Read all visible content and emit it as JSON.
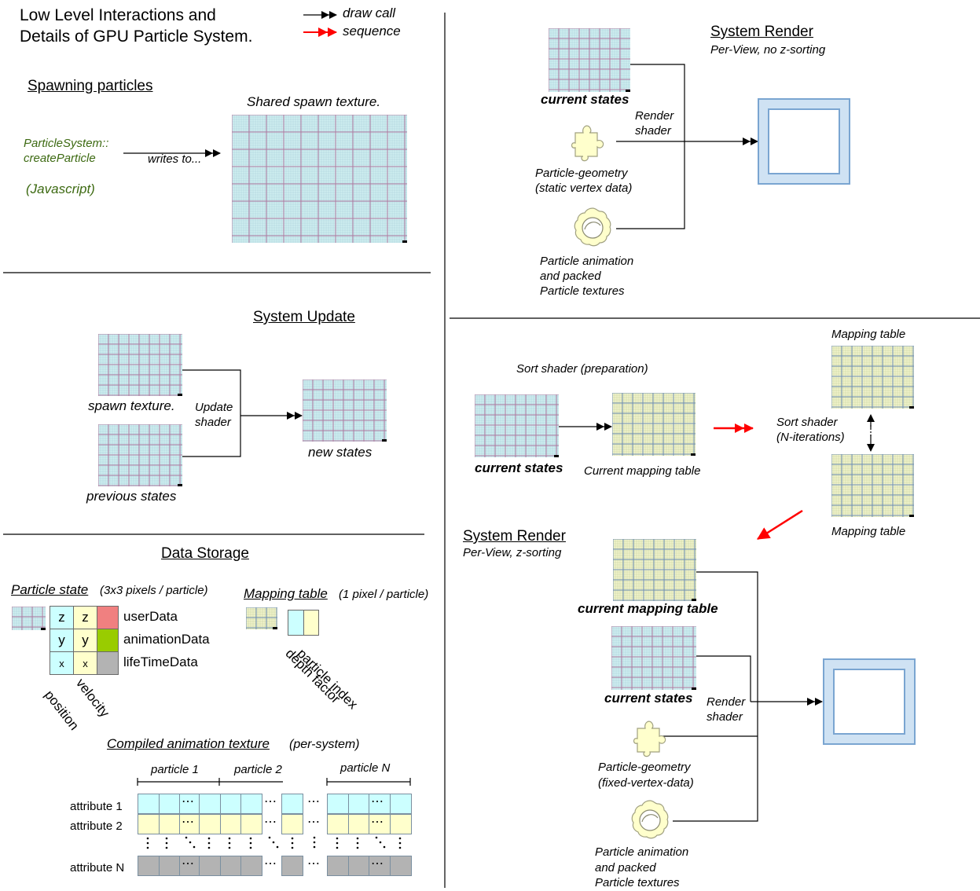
{
  "title_line1": "Low Level Interactions and",
  "title_line2": "Details of GPU Particle System.",
  "legend": {
    "draw_call": "draw call",
    "sequence": "sequence"
  },
  "spawning": {
    "heading": "Spawning particles",
    "source_line1": "ParticleSystem::",
    "source_line2": "createParticle",
    "language": "(Javascript)",
    "writes_to": "writes to...",
    "texture_label": "Shared spawn texture."
  },
  "update": {
    "heading": "System Update",
    "spawn_texture": "spawn texture.",
    "previous_states": "previous states",
    "shader_line1": "Update",
    "shader_line2": "shader",
    "new_states": "new states"
  },
  "storage": {
    "heading": "Data Storage",
    "particle_state": "Particle state",
    "particle_state_note": "(3x3 pixels / particle)",
    "state_grid": [
      [
        "z",
        "z",
        ""
      ],
      [
        "y",
        "y",
        ""
      ],
      [
        "x",
        "x",
        ""
      ]
    ],
    "attr_userdata": "userData",
    "attr_animation": "animationData",
    "attr_lifetime": "lifeTimeData",
    "label_position": "position",
    "label_velocity": "velocity",
    "mapping_table": "Mapping table",
    "mapping_note": "(1 pixel / particle)",
    "label_particle_index": "particle index",
    "label_depth_factor": "depth factor",
    "compiled_heading": "Compiled animation texture",
    "compiled_note": "(per-system)",
    "particle_1": "particle 1",
    "particle_2": "particle 2",
    "particle_n": "particle N",
    "attribute_1": "attribute 1",
    "attribute_2": "attribute 2",
    "attribute_n": "attribute N",
    "ellipsis": "⋯"
  },
  "render_top": {
    "heading": "System Render",
    "subtitle": "Per-View, no z-sorting",
    "current_states": "current states",
    "shader_line1": "Render",
    "shader_line2": "shader",
    "geometry_line1": "Particle-geometry",
    "geometry_line2": "(static vertex data)",
    "anim_line1": "Particle animation",
    "anim_line2": "and packed",
    "anim_line3": "Particle textures"
  },
  "sorting": {
    "sort_prep": "Sort shader (preparation)",
    "current_states": "current states",
    "current_mapping": "Current mapping table",
    "mapping_table_top": "Mapping table",
    "mapping_table_bottom": "Mapping table",
    "sort_line1": "Sort shader",
    "sort_line2": "(N-iterations)"
  },
  "render_bottom": {
    "heading": "System Render",
    "subtitle": "Per-View, z-sorting",
    "current_mapping": "current mapping table",
    "current_states": "current states",
    "shader_line1": "Render",
    "shader_line2": "shader",
    "geometry_line1": "Particle-geometry",
    "geometry_line2": "(fixed-vertex-data)",
    "anim_line1": "Particle animation",
    "anim_line2": "and packed",
    "anim_line3": "Particle textures"
  },
  "colors": {
    "state_texture_bg": "#cfeff0",
    "mapping_texture_bg": "#f2f3cc",
    "cyan": "#ccffff",
    "pale_yellow": "#ffffcc",
    "pink": "#f08080",
    "green": "#99cc00",
    "gray": "#b3b3b3",
    "text_green": "#3d6a12",
    "frame_blue": "#cfe2f3",
    "sequence_arrow": "#ff0000"
  },
  "icons": [
    "puzzle-piece-icon",
    "gear-blob-icon"
  ]
}
